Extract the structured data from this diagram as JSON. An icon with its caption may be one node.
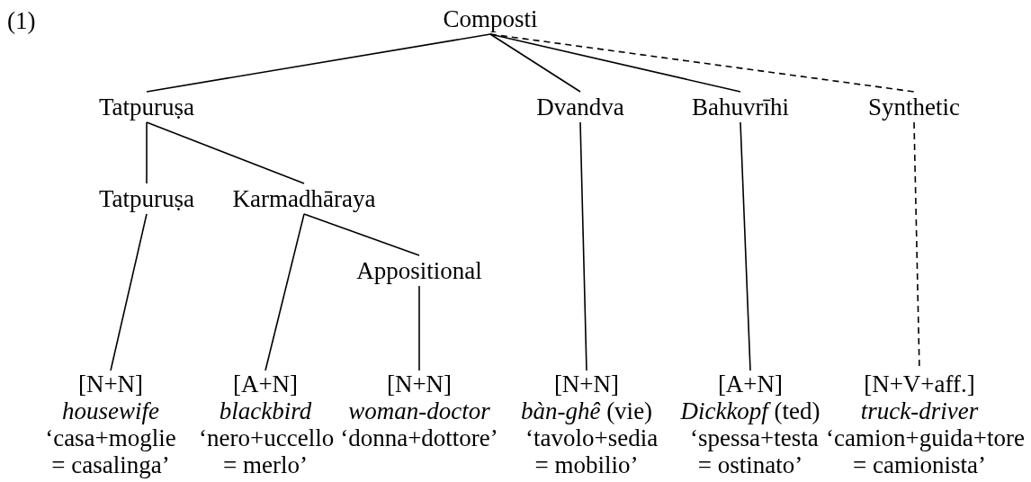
{
  "diagram": {
    "nodes": [
      {
        "text": [
          "Composti"
        ]
      },
      {
        "text": [
          "Tatpuruṣa"
        ]
      },
      {
        "text": [
          "Dvandva"
        ]
      },
      {
        "text": [
          "Bahuvrīhi"
        ]
      },
      {
        "text": [
          "Synthetic"
        ]
      },
      {
        "text": [
          "Tatpuruṣa"
        ]
      },
      {
        "text": [
          "Karmadhāraya"
        ]
      },
      {
        "text": [
          "Appositional"
        ]
      },
      {
        "text": [
          "[N+N]",
          "housewife",
          "‘casa+moglie = casalinga’"
        ]
      },
      {
        "text": [
          "[A+N]",
          "blackbird",
          "‘nero+uccello = merlo’"
        ]
      },
      {
        "text": [
          "[N+N]",
          "woman-doctor",
          "‘donna+dottore’"
        ]
      },
      {
        "text": [
          "[N+N]",
          "*bàn-ghê* (vie)",
          "‘tavolo+sedia = mobilio’"
        ]
      },
      {
        "text": [
          "[A+N]",
          "*Dickkopf* (ted)",
          "‘spessa+testa = ostinato’"
        ]
      },
      {
        "text": [
          "[N+V+aff.]",
          "truck-driver",
          "‘camion+guida+tore = camionista’"
        ]
      }
    ],
    "edges": [
      {
        "from": 0,
        "to": 1,
        "arrow": "none"
      },
      {
        "from": 0,
        "to": 2,
        "arrow": "none"
      },
      {
        "from": 0,
        "to": 3,
        "arrow": "none"
      },
      {
        "from": 0,
        "to": 4,
        "arrow": "none",
        "style": "dashed"
      },
      {
        "from": 1,
        "to": 5,
        "arrow": "none"
      },
      {
        "from": 1,
        "to": 6,
        "arrow": "none"
      },
      {
        "from": 5,
        "to": 8,
        "arrow": "none"
      },
      {
        "from": 6,
        "to": 9,
        "arrow": "none"
      },
      {
        "from": 6,
        "to": 7,
        "arrow": "none"
      },
      {
        "from": 7,
        "to": 10,
        "arrow": "none"
      },
      {
        "from": 2,
        "to": 11,
        "arrow": "none"
      },
      {
        "from": 3,
        "to": 12,
        "arrow": "none"
      },
      {
        "from": 4,
        "to": 13,
        "arrow": "none",
        "style": "dashed"
      }
    ],
    "labels": [
      "(1)"
    ]
  }
}
